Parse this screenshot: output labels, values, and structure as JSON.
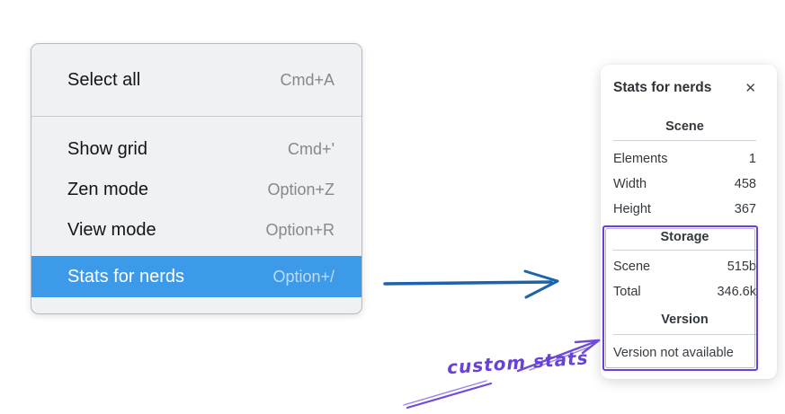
{
  "context_menu": {
    "items": [
      {
        "label": "Select all",
        "shortcut": "Cmd+A",
        "selected": false
      },
      {
        "label": "Show grid",
        "shortcut": "Cmd+'",
        "selected": false
      },
      {
        "label": "Zen mode",
        "shortcut": "Option+Z",
        "selected": false
      },
      {
        "label": "View mode",
        "shortcut": "Option+R",
        "selected": false
      },
      {
        "label": "Stats for nerds",
        "shortcut": "Option+/",
        "selected": true
      }
    ]
  },
  "stats_panel": {
    "title": "Stats for nerds",
    "close_glyph": "✕",
    "sections": [
      {
        "title": "Scene",
        "rows": [
          {
            "label": "Elements",
            "value": "1"
          },
          {
            "label": "Width",
            "value": "458"
          },
          {
            "label": "Height",
            "value": "367"
          }
        ]
      },
      {
        "title": "Storage",
        "rows": [
          {
            "label": "Scene",
            "value": "515b"
          },
          {
            "label": "Total",
            "value": "346.6k"
          }
        ]
      },
      {
        "title": "Version",
        "note": "Version not available"
      }
    ]
  },
  "annotation": {
    "label": "custom stats"
  },
  "colors": {
    "menu_highlight": "#3d9ae9",
    "menu_background": "#f0f1f3",
    "arrow_blue": "#1b63ab",
    "annotation_violet": "#6741d9"
  }
}
